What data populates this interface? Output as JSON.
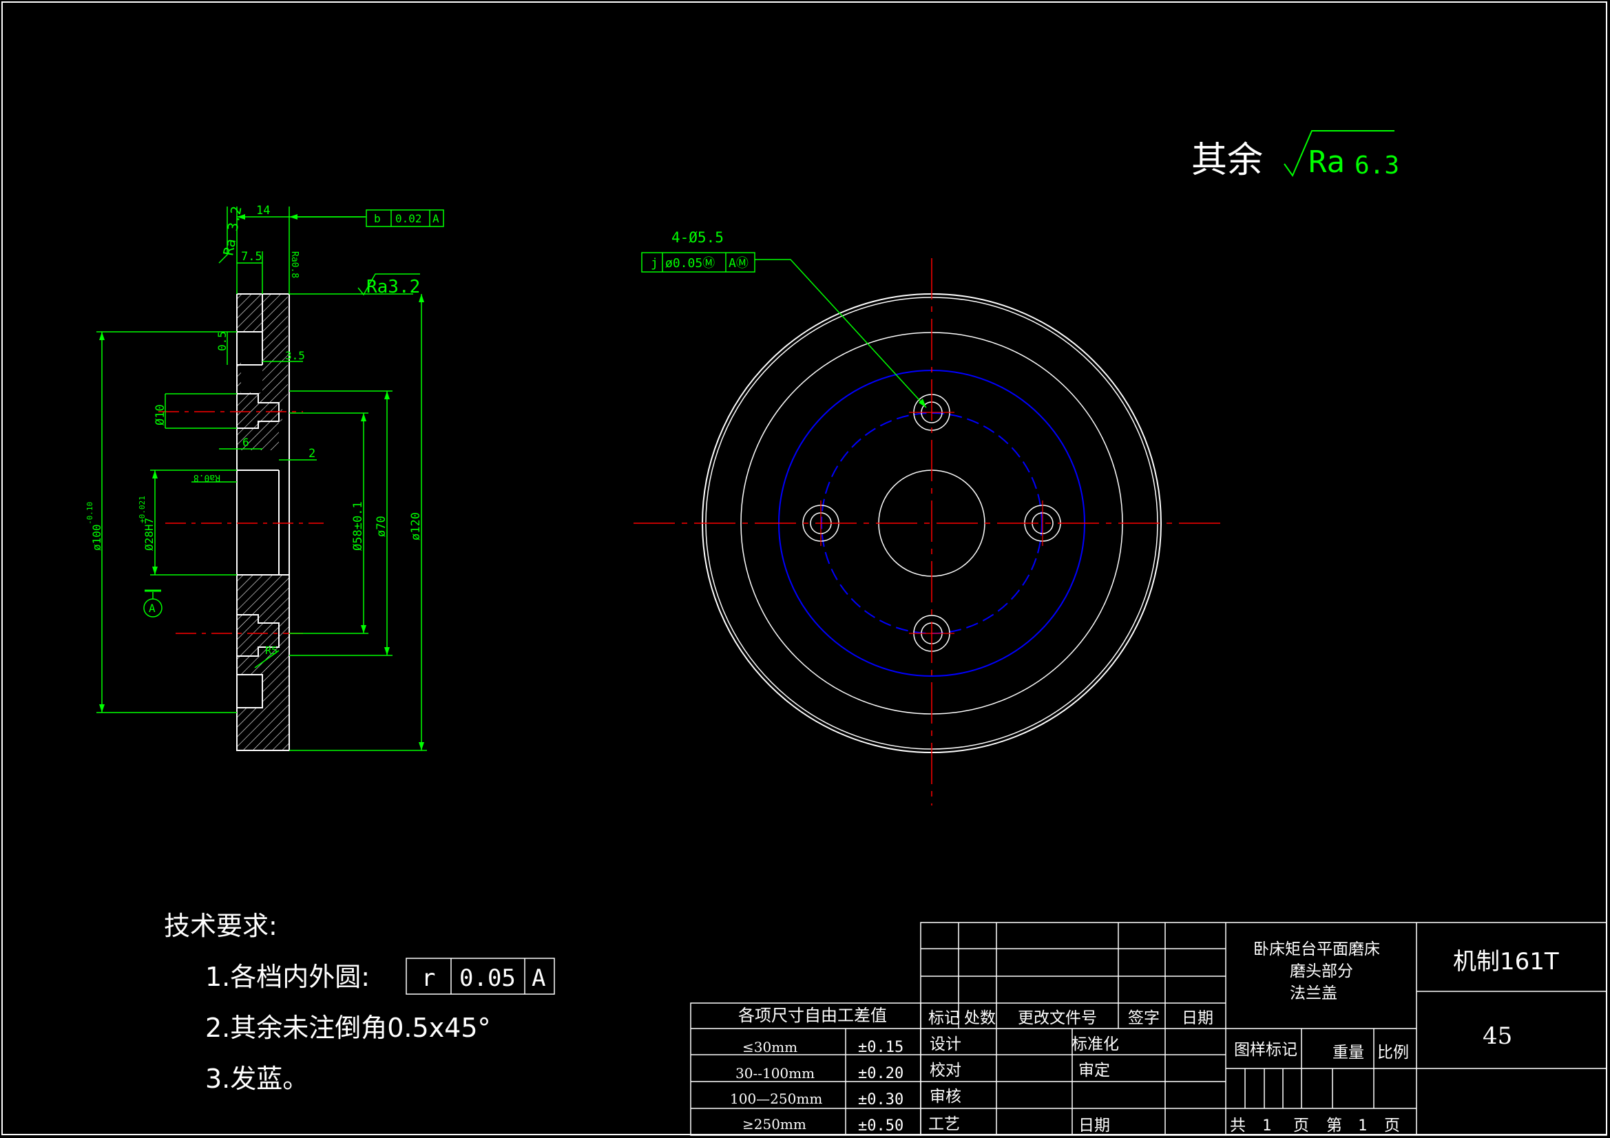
{
  "surface_finish": {
    "rest_label": "其余",
    "rest_value_ra": "Ra",
    "rest_value_num": "6.3",
    "face_ra": "Ra3.2",
    "left_ra": "Ra 3.2",
    "ra08_top": "Ra0.8",
    "ra08_bore": "Ra0.8"
  },
  "hole_callout": {
    "label": "4-Ø5.5",
    "tol_symbol": "j",
    "tol_value": "ø0.05Ⓜ",
    "tol_datum": "AⓂ"
  },
  "runout_frame": {
    "symbol": "b",
    "value": "0.02",
    "datum": "A"
  },
  "dims": {
    "len14": "14",
    "len7_5": "7.5",
    "d0_5": "0.5",
    "d3_5": "3.5",
    "phi10": "Ø10",
    "d6": "6",
    "d2": "2",
    "phi100": "ø100",
    "phi100_tol": "-0.10",
    "phi28": "Ø28H7",
    "phi28_tol": "+0.021",
    "phi58": "Ø58±0.1",
    "phi70": "ø70",
    "phi120": "ø120",
    "r5": "R5",
    "datum": "A"
  },
  "tech_req": {
    "title": "技术要求:",
    "item1": "1.各档内外圆:",
    "item1_symbol": "r",
    "item1_value": "0.05",
    "item1_datum": "A",
    "item2": "2.其余未注倒角0.5x45°",
    "item3": "3.发蓝。"
  },
  "tolerance_table": {
    "header": "各项尺寸自由工差值",
    "rows": [
      {
        "range": "≤30mm",
        "tol": "±0.15"
      },
      {
        "range": "30--100mm",
        "tol": "±0.20"
      },
      {
        "range": "100—250mm",
        "tol": "±0.30"
      },
      {
        "range": "≥250mm",
        "tol": "±0.50"
      }
    ]
  },
  "title_block": {
    "h_biaoji": "标记",
    "h_chushu": "处数",
    "h_genggai": "更改文件号",
    "h_qianzi": "签字",
    "h_riqi": "日期",
    "sheji": "设计",
    "biaozhunhua": "标准化",
    "jiaodui": "校对",
    "shending": "审定",
    "shenhe": "审核",
    "gongyi": "工艺",
    "riqi2": "日期",
    "product_line1": "卧床矩台平面磨床",
    "product_line2": "磨头部分",
    "product_line3": "法兰盖",
    "tuyang": "图样标记",
    "zhongliang": "重量",
    "bili": "比例",
    "gong": "共",
    "gong_n": "1",
    "ye1": "页",
    "di": "第",
    "di_n": "1",
    "ye2": "页",
    "org": "机制161T",
    "material": "45"
  },
  "colors": {
    "background": "#000000",
    "line": "#ffffff",
    "dimension": "#00ff00",
    "center": "#ff0000",
    "hidden": "#0000ff"
  }
}
